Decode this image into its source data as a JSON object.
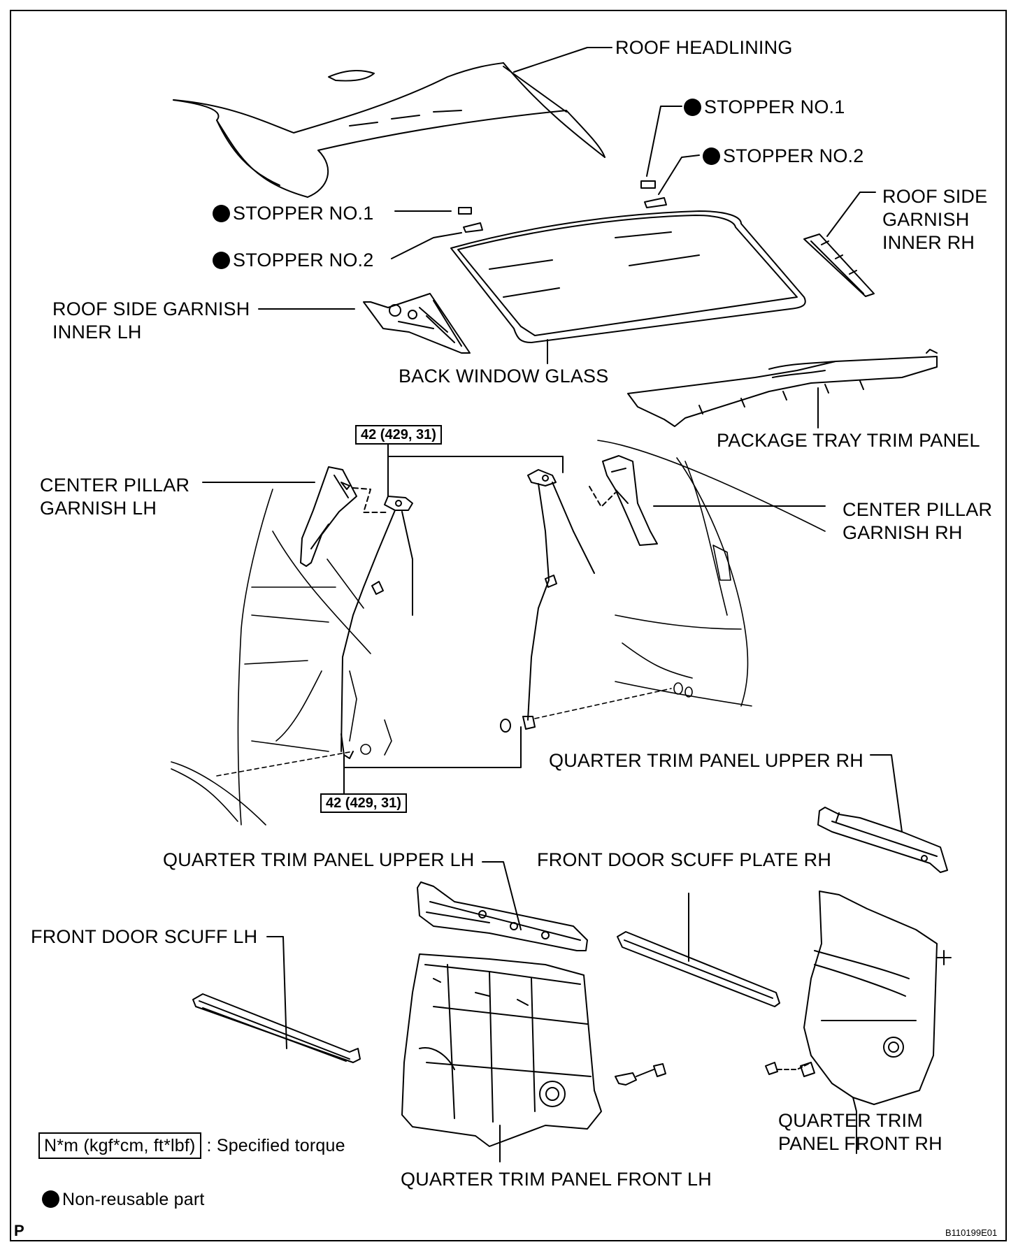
{
  "labels": {
    "roof_headlining": "ROOF HEADLINING",
    "stopper_no1_right": "STOPPER NO.1",
    "stopper_no2_right": "STOPPER NO.2",
    "stopper_no1_left": "STOPPER NO.1",
    "stopper_no2_left": "STOPPER NO.2",
    "roof_side_garnish_rh_line1": "ROOF SIDE",
    "roof_side_garnish_rh_line2": "GARNISH",
    "roof_side_garnish_rh_line3": "INNER RH",
    "roof_side_garnish_lh_line1": "ROOF SIDE GARNISH",
    "roof_side_garnish_lh_line2": "INNER LH",
    "back_window_glass": "BACK WINDOW GLASS",
    "package_tray_trim_panel": "PACKAGE TRAY TRIM PANEL",
    "center_pillar_lh_line1": "CENTER PILLAR",
    "center_pillar_lh_line2": "GARNISH LH",
    "center_pillar_rh_line1": "CENTER PILLAR",
    "center_pillar_rh_line2": "GARNISH RH",
    "quarter_upper_rh": "QUARTER TRIM PANEL UPPER RH",
    "quarter_upper_lh": "QUARTER TRIM PANEL UPPER LH",
    "front_door_scuff_rh": "FRONT DOOR SCUFF PLATE RH",
    "front_door_scuff_lh": "FRONT DOOR SCUFF LH",
    "quarter_front_rh_line1": "QUARTER TRIM",
    "quarter_front_rh_line2": "PANEL FRONT RH",
    "quarter_front_lh": "QUARTER TRIM PANEL FRONT LH"
  },
  "torques": {
    "upper": "42 (429, 31)",
    "lower": "42 (429, 31)"
  },
  "legend": {
    "torque_unit": "N*m (kgf*cm, ft*lbf)",
    "torque_text": ": Specified torque",
    "non_reusable": "Non-reusable part"
  },
  "footer": {
    "corner_letter": "P",
    "figure_code": "B110199E01"
  }
}
